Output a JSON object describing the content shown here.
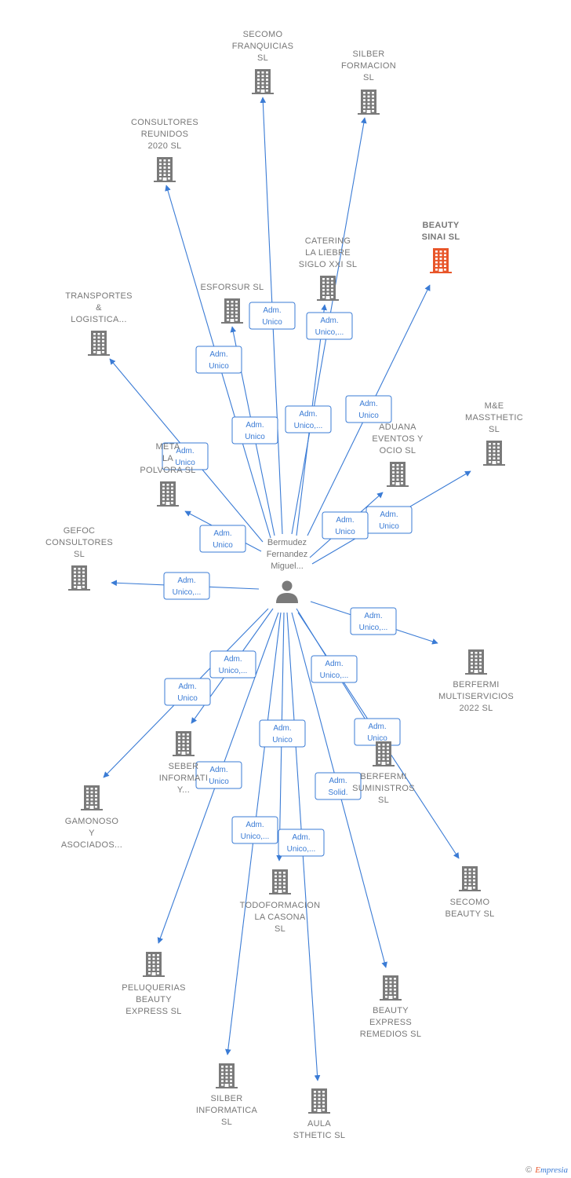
{
  "colors": {
    "edge": "#3a7bd5",
    "building": "#7a7a7a",
    "building_highlight": "#e8562a",
    "label": "#777777"
  },
  "center": {
    "label_lines": [
      "Bermudez",
      "Fernandez",
      "Miguel..."
    ],
    "icon": "person-icon"
  },
  "companies": [
    {
      "id": "secomo-franquicias",
      "label_lines": [
        "SECOMO",
        "FRANQUICIAS",
        "SL"
      ],
      "highlight": false
    },
    {
      "id": "silber-formacion",
      "label_lines": [
        "SILBER",
        "FORMACION",
        "SL"
      ],
      "highlight": false
    },
    {
      "id": "consultores-reunidos",
      "label_lines": [
        "CONSULTORES",
        "REUNIDOS",
        "2020  SL"
      ],
      "highlight": false
    },
    {
      "id": "beauty-sinai",
      "label_lines": [
        "BEAUTY",
        "SINAI  SL"
      ],
      "highlight": true
    },
    {
      "id": "catering-la-liebre",
      "label_lines": [
        "CATERING",
        "LA LIEBRE",
        "SIGLO XXI  SL"
      ],
      "highlight": false
    },
    {
      "id": "esforsur",
      "label_lines": [
        "ESFORSUR SL"
      ],
      "highlight": false
    },
    {
      "id": "transportes-logistica",
      "label_lines": [
        "TRANSPORTES",
        "&",
        "LOGISTICA..."
      ],
      "highlight": false
    },
    {
      "id": "mye-massthetic",
      "label_lines": [
        "M&E",
        "MASSTHETIC",
        "SL"
      ],
      "highlight": false
    },
    {
      "id": "aduana-eventos",
      "label_lines": [
        "ADUANA",
        "EVENTOS Y",
        "OCIO  SL"
      ],
      "highlight": false
    },
    {
      "id": "meta-la-polvora",
      "label_lines": [
        "META",
        "LA",
        "POLVORA  SL"
      ],
      "highlight": false
    },
    {
      "id": "gefoc-consultores",
      "label_lines": [
        "GEFOC",
        "CONSULTORES",
        "SL"
      ],
      "highlight": false
    },
    {
      "id": "berfermi-multiservicios",
      "label_lines": [
        "BERFERMI",
        "MULTISERVICIOS",
        "2022  SL"
      ],
      "highlight": false
    },
    {
      "id": "seber-informatica",
      "label_lines": [
        "SEBER",
        "INFORMATI",
        "Y..."
      ],
      "highlight": false
    },
    {
      "id": "berfermi-suministros",
      "label_lines": [
        "BERFERMI",
        "SUMINISTROS",
        "SL"
      ],
      "highlight": false
    },
    {
      "id": "gamonoso-asociados",
      "label_lines": [
        "GAMONOSO",
        "Y",
        "ASOCIADOS..."
      ],
      "highlight": false
    },
    {
      "id": "todoformacion-la-casona",
      "label_lines": [
        "TODOFORMACION",
        "LA CASONA",
        "SL"
      ],
      "highlight": false
    },
    {
      "id": "secomo-beauty",
      "label_lines": [
        "SECOMO",
        "BEAUTY  SL"
      ],
      "highlight": false
    },
    {
      "id": "peluquerias-beauty-express",
      "label_lines": [
        "PELUQUERIAS",
        "BEAUTY",
        "EXPRESS  SL"
      ],
      "highlight": false
    },
    {
      "id": "beauty-express-remedios",
      "label_lines": [
        "BEAUTY",
        "EXPRESS",
        "REMEDIOS  SL"
      ],
      "highlight": false
    },
    {
      "id": "silber-informatica",
      "label_lines": [
        "SILBER",
        "INFORMATICA",
        "SL"
      ],
      "highlight": false
    },
    {
      "id": "aula-sthetic",
      "label_lines": [
        "AULA",
        "STHETIC  SL"
      ],
      "highlight": false
    }
  ],
  "relations": [
    {
      "target": "secomo-franquicias",
      "label_lines": [
        "Adm.",
        "Unico"
      ]
    },
    {
      "target": "silber-formacion",
      "label_lines": [
        "Adm.",
        "Unico,..."
      ]
    },
    {
      "target": "consultores-reunidos",
      "label_lines": [
        "Adm.",
        "Unico"
      ]
    },
    {
      "target": "beauty-sinai",
      "label_lines": [
        "Adm.",
        "Unico"
      ]
    },
    {
      "target": "catering-la-liebre",
      "label_lines": [
        "Adm.",
        "Unico,..."
      ]
    },
    {
      "target": "esforsur",
      "label_lines": [
        "Adm.",
        "Unico"
      ]
    },
    {
      "target": "transportes-logistica",
      "label_lines": [
        "Adm.",
        "Unico"
      ]
    },
    {
      "target": "mye-massthetic",
      "label_lines": [
        "Adm.",
        "Unico"
      ]
    },
    {
      "target": "aduana-eventos",
      "label_lines": [
        "Adm.",
        "Unico"
      ]
    },
    {
      "target": "meta-la-polvora",
      "label_lines": [
        "Adm.",
        "Unico"
      ]
    },
    {
      "target": "gefoc-consultores",
      "label_lines": [
        "Adm.",
        "Unico,..."
      ]
    },
    {
      "target": "berfermi-multiservicios",
      "label_lines": [
        "Adm.",
        "Unico,..."
      ]
    },
    {
      "target": "seber-informatica",
      "label_lines": [
        "Adm.",
        "Unico,..."
      ]
    },
    {
      "target": "berfermi-suministros",
      "label_lines": [
        "Adm.",
        "Unico,..."
      ]
    },
    {
      "target": "gamonoso-asociados",
      "label_lines": [
        "Adm.",
        "Unico"
      ]
    },
    {
      "target": "todoformacion-la-casona",
      "label_lines": [
        "Adm.",
        "Unico"
      ]
    },
    {
      "target": "secomo-beauty",
      "label_lines": [
        "Adm.",
        "Unico"
      ]
    },
    {
      "target": "peluquerias-beauty-express",
      "label_lines": [
        "Adm.",
        "Unico"
      ]
    },
    {
      "target": "beauty-express-remedios",
      "label_lines": [
        "Adm.",
        "Solid."
      ]
    },
    {
      "target": "silber-informatica",
      "label_lines": [
        "Adm.",
        "Unico,..."
      ]
    },
    {
      "target": "aula-sthetic",
      "label_lines": [
        "Adm.",
        "Unico,..."
      ]
    }
  ],
  "footer": {
    "copyright": "©",
    "brand_first": "E",
    "brand_rest": "mpresia"
  }
}
